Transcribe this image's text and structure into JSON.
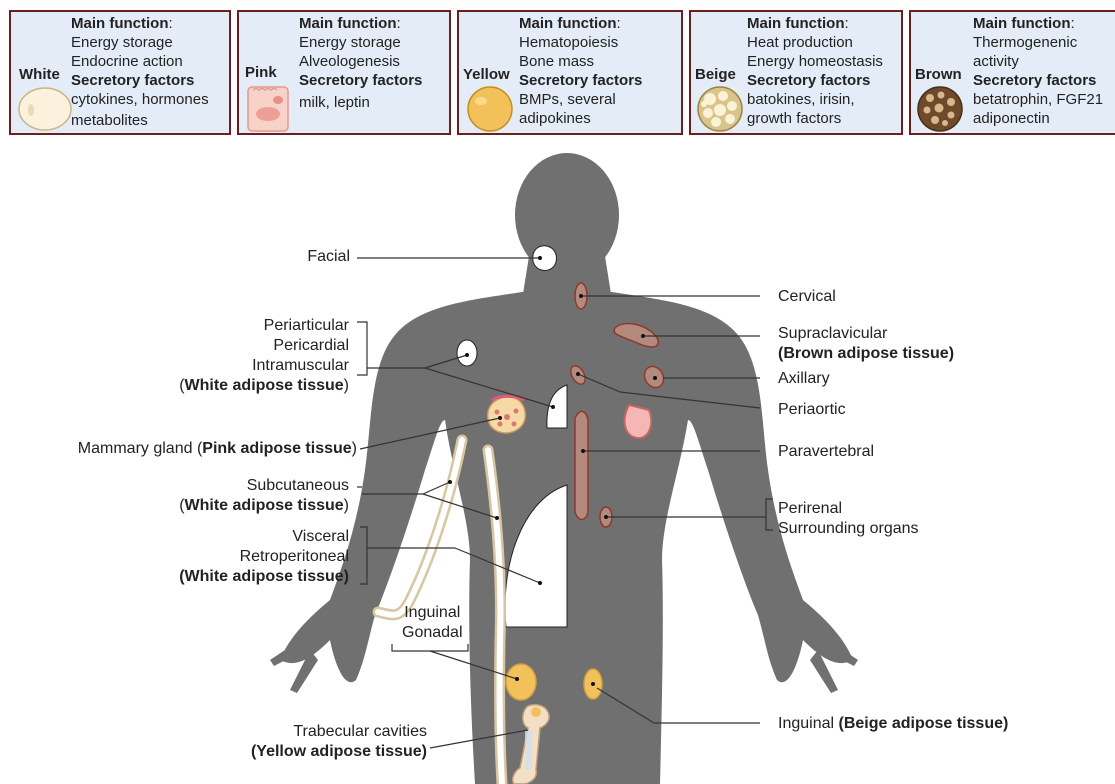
{
  "legend": [
    {
      "type": "White",
      "heading": "Main function",
      "functions": [
        "Energy storage",
        "Endocrine action"
      ],
      "factors_heading": "Secretory factors",
      "factors": [
        "cytokines, hormones",
        "metabolites"
      ]
    },
    {
      "type": "Pink",
      "heading": "Main function",
      "functions": [
        "Energy storage",
        "Alveologenesis"
      ],
      "factors_heading": "Secretory factors",
      "factors": [
        "milk, leptin"
      ]
    },
    {
      "type": "Yellow",
      "heading": "Main function",
      "functions": [
        "Hematopoiesis",
        "Bone mass"
      ],
      "factors_heading": "Secretory factors",
      "factors": [
        "BMPs, several",
        "adipokines"
      ]
    },
    {
      "type": "Beige",
      "heading": "Main function",
      "functions": [
        "Heat production",
        "Energy homeostasis"
      ],
      "factors_heading": "Secretory factors",
      "factors": [
        "batokines, irisin,",
        "growth factors"
      ]
    },
    {
      "type": "Brown",
      "heading": "Main function",
      "functions": [
        "Thermogenenic",
        "activity"
      ],
      "factors_heading": "Secretory factors",
      "factors": [
        "betatrophin, FGF21",
        "adiponectin"
      ]
    }
  ],
  "labels": {
    "facial": "Facial",
    "periarticular": "Periarticular",
    "pericardial": "Pericardial",
    "intramuscular": "Intramuscular",
    "wat_open": "(",
    "wat": "White adipose tissue",
    "wat_close": ")",
    "mammary": "Mammary gland (",
    "pink": "Pink adipose tissue",
    "pink_close": ")",
    "subcutaneous": "Subcutaneous",
    "visceral": "Visceral",
    "retroperitoneal": "Retroperitoneal",
    "wat_full": "(White adipose tissue)",
    "inguinal_left": "Inguinal",
    "gonadal": "Gonadal",
    "trabecular": "Trabecular cavities",
    "yellow_full": "(Yellow  adipose tissue)",
    "cervical": "Cervical",
    "supraclavicular": "Supraclavicular",
    "brown_full": "(Brown adipose tissue)",
    "axillary": "Axillary",
    "periaortic": "Periaortic",
    "paravertebral": "Paravertebral",
    "perirenal": "Perirenal",
    "surrounding": "Surrounding organs",
    "inguinal_right": "Inguinal ",
    "beige": "(Beige adipose tissue)"
  },
  "colors": {
    "body": "#707070",
    "white_fat": "#ffffff",
    "brown_fat": "#b48a7e",
    "brown_stroke": "#8c3a2c",
    "yellow_fat": "#f3c15a",
    "pink_fat": "#f4b7b5",
    "legend_bg": "#e4edf7",
    "legend_border": "#6b1f1f"
  }
}
